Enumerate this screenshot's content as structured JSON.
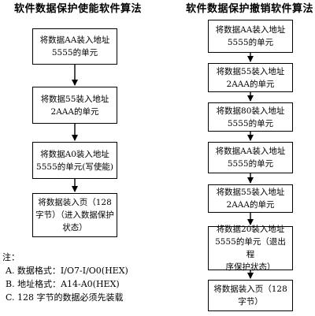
{
  "left": {
    "title": "软件数据保护使能软件算法",
    "steps": [
      "将数据AA装入地址\n5555的单元",
      "将数据55装入地址\n2AAA的单元",
      "将数据A0装入地址\n5555的单元(写使能)",
      "将数据装入页（128\n字节）（进入数据保护\n状态）"
    ]
  },
  "right": {
    "title": "软件数据保护撤销软件算法",
    "steps": [
      "将数据AA装入地址\n5555的单元",
      "将数据55装入地址\n2AAA的单元",
      "将数据80装入地址\n5555的单元",
      "将数据AA装入地址\n5555的单元",
      "将数据55装入地址\n2AAA的单元",
      "将数据20装入地址\n5555的单元（退出程\n序保护状态）",
      "将数据装入页（128\n字节）"
    ]
  },
  "notes": {
    "heading": "注：",
    "items": [
      "A. 数据格式：I/O7-I/O0(HEX)",
      "B. 地址格式：A14-A0(HEX)",
      "C. 128 字节的数据必须先装载"
    ]
  }
}
